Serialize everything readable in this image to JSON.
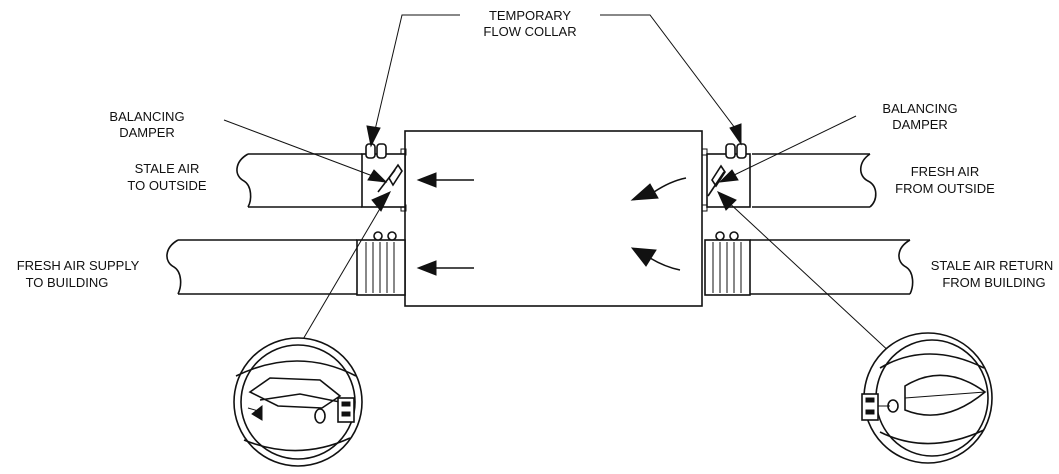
{
  "labels": {
    "temporary_flow_collar": [
      "TEMPORARY",
      "FLOW COLLAR"
    ],
    "balancing_damper_left": [
      "BALANCING",
      "DAMPER"
    ],
    "balancing_damper_right": [
      "BALANCING",
      "DAMPER"
    ],
    "stale_air_to_outside": [
      "STALE AIR",
      "TO OUTSIDE"
    ],
    "fresh_air_from_outside": [
      "FRESH AIR",
      "FROM OUTSIDE"
    ],
    "fresh_air_supply_to_building": [
      "FRESH AIR SUPPLY",
      "TO BUILDING"
    ],
    "stale_air_return_from_building": [
      "STALE AIR RETURN",
      "FROM BUILDING"
    ]
  },
  "colors": {
    "line": "#111111",
    "background": "#ffffff"
  }
}
